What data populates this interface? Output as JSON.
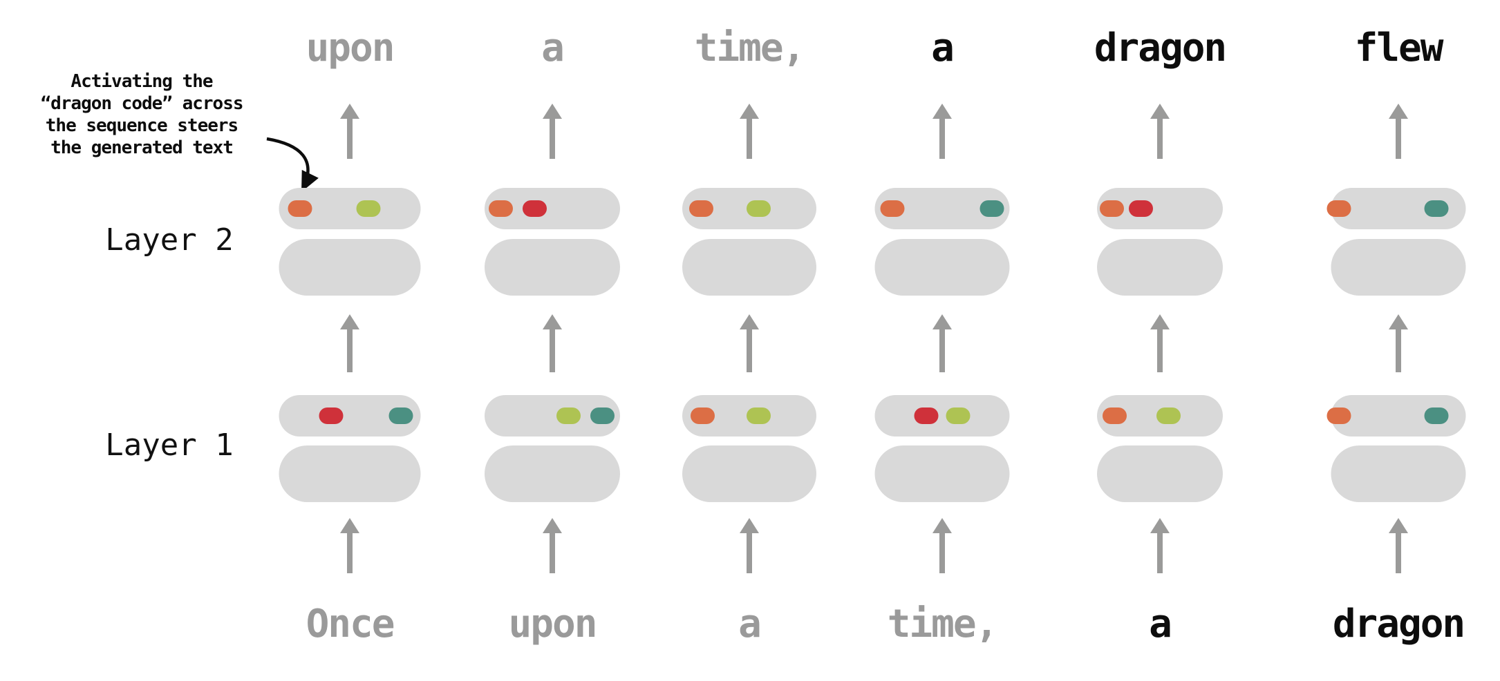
{
  "annotation": {
    "lines": [
      "Activating the",
      "“dragon code” across",
      "the sequence steers",
      "the generated text"
    ]
  },
  "layer_labels": {
    "layer2": "Layer 2",
    "layer1": "Layer 1"
  },
  "palette": {
    "orange": "#dc6e45",
    "red": "#cf313a",
    "green": "#aec353",
    "teal": "#4b9082",
    "pill_gray": "#d9d9d9",
    "arrow_gray": "#9a9a99",
    "muted_token": "#9a9a9a",
    "emphasis_token": "#0d0d0d"
  },
  "columns": [
    {
      "output_token": {
        "text": "upon",
        "style": "muted"
      },
      "input_token": {
        "text": "Once",
        "style": "muted"
      },
      "layer2_dots": [
        {
          "color": "orange",
          "pos_pct": 15
        },
        {
          "color": "green",
          "pos_pct": 63
        }
      ],
      "layer1_dots": [
        {
          "color": "red",
          "pos_pct": 37
        },
        {
          "color": "teal",
          "pos_pct": 86
        }
      ]
    },
    {
      "output_token": {
        "text": "a",
        "style": "muted"
      },
      "input_token": {
        "text": "upon",
        "style": "muted"
      },
      "layer2_dots": [
        {
          "color": "orange",
          "pos_pct": 12
        },
        {
          "color": "red",
          "pos_pct": 37
        }
      ],
      "layer1_dots": [
        {
          "color": "green",
          "pos_pct": 62
        },
        {
          "color": "teal",
          "pos_pct": 87
        }
      ]
    },
    {
      "output_token": {
        "text": "time,",
        "style": "muted"
      },
      "input_token": {
        "text": "a",
        "style": "muted"
      },
      "layer2_dots": [
        {
          "color": "orange",
          "pos_pct": 14
        },
        {
          "color": "green",
          "pos_pct": 57
        }
      ],
      "layer1_dots": [
        {
          "color": "orange",
          "pos_pct": 15
        },
        {
          "color": "green",
          "pos_pct": 57
        }
      ]
    },
    {
      "output_token": {
        "text": "a",
        "style": "emphasis"
      },
      "input_token": {
        "text": "time,",
        "style": "muted"
      },
      "layer2_dots": [
        {
          "color": "orange",
          "pos_pct": 13
        },
        {
          "color": "teal",
          "pos_pct": 87
        }
      ],
      "layer1_dots": [
        {
          "color": "red",
          "pos_pct": 38
        },
        {
          "color": "green",
          "pos_pct": 62
        }
      ]
    },
    {
      "output_token": {
        "text": "dragon",
        "style": "emphasis"
      },
      "input_token": {
        "text": "a",
        "style": "emphasis"
      },
      "layer2_dots": [
        {
          "color": "orange",
          "pos_pct": 12
        },
        {
          "color": "red",
          "pos_pct": 35
        }
      ],
      "layer1_dots": [
        {
          "color": "orange",
          "pos_pct": 14
        },
        {
          "color": "green",
          "pos_pct": 57
        }
      ]
    },
    {
      "output_token": {
        "text": "flew",
        "style": "emphasis"
      },
      "input_token": {
        "text": "dragon",
        "style": "emphasis"
      },
      "layer2_dots": [
        {
          "color": "orange",
          "pos_pct": 6
        },
        {
          "color": "teal",
          "pos_pct": 78
        }
      ],
      "layer1_dots": [
        {
          "color": "orange",
          "pos_pct": 6
        },
        {
          "color": "teal",
          "pos_pct": 78
        }
      ]
    }
  ]
}
